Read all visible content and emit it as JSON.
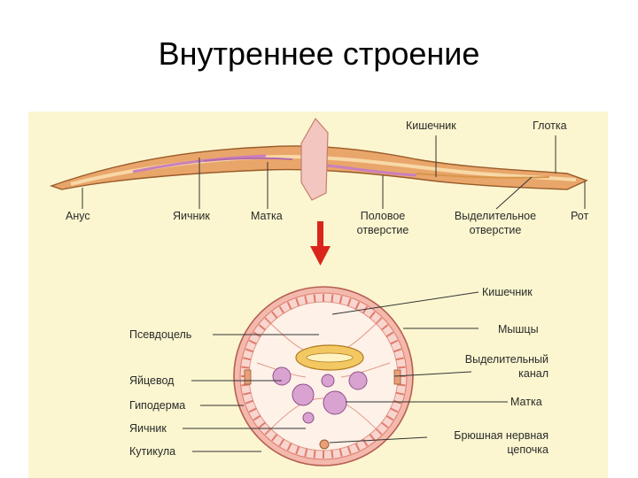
{
  "slide": {
    "title": "Внутреннее строение"
  },
  "colors": {
    "panel_bg": "#fbf6cf",
    "body_fill": "#e9a66a",
    "body_edge": "#9a5a2a",
    "arrow": "#d9251c",
    "cuticle": "#f3b9ad",
    "muscle": "#e07b6a",
    "intestine": "#e8b24a",
    "ovary": "#c97fbd"
  },
  "longitudinal": {
    "labels": {
      "kishechnik": "Кишечник",
      "glotka": "Глотка",
      "anus": "Анус",
      "yaichnik": "Яичник",
      "matka": "Матка",
      "polovoe_1": "Половое",
      "polovoe_2": "отверстие",
      "vydelit_1": "Выделительное",
      "vydelit_2": "отверстие",
      "rot": "Рот"
    }
  },
  "cross_section": {
    "labels": {
      "kishechnik": "Кишечник",
      "myshtsy": "Мышцы",
      "vydel_kanal_1": "Выделительный",
      "vydel_kanal_2": "канал",
      "matka": "Матка",
      "brush_1": "Брюшная нервная",
      "brush_2": "цепочка",
      "psevdotsel": "Псевдоцель",
      "yaitsevod": "Яйцевод",
      "gipoderma": "Гиподерма",
      "yaichnik": "Яичник",
      "kutikula": "Кутикула"
    }
  }
}
